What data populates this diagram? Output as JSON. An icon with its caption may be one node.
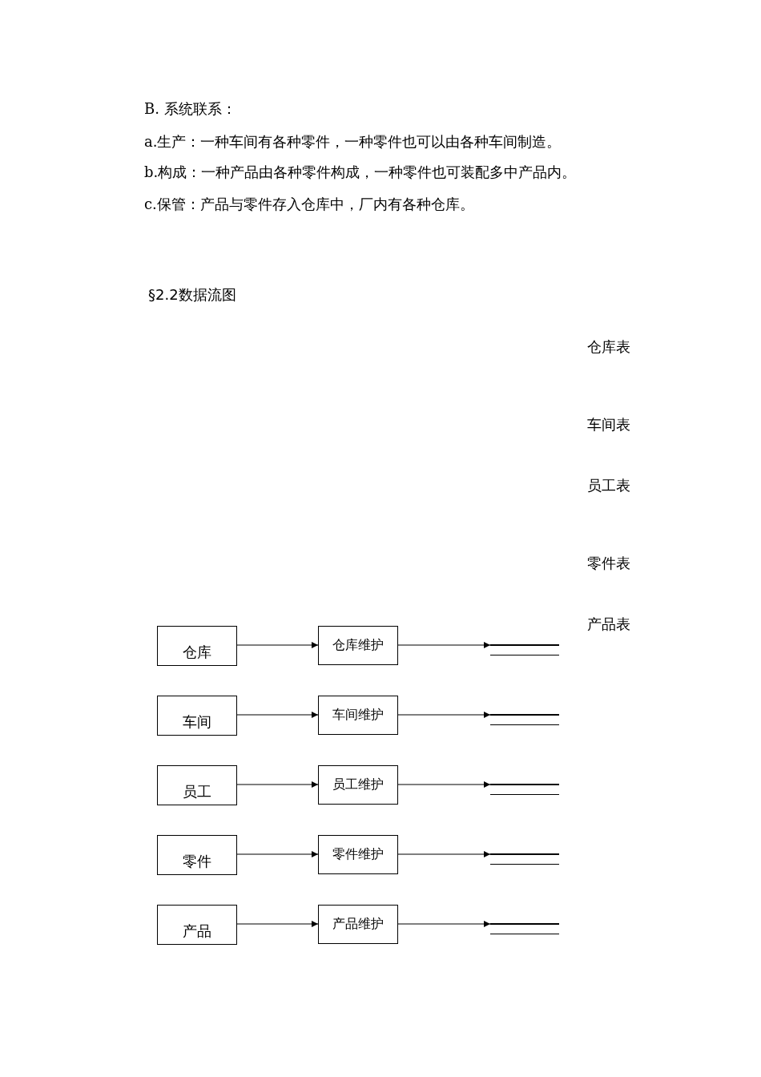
{
  "diagram": {
    "title": "§2.2数据流图",
    "nodes": [
      {
        "text": [
          "仓库"
        ]
      },
      {
        "text": [
          "车间"
        ]
      },
      {
        "text": [
          "员工"
        ]
      },
      {
        "text": [
          "零件"
        ]
      },
      {
        "text": [
          "产品"
        ]
      },
      {
        "text": [
          "仓库维护"
        ]
      },
      {
        "text": [
          "车间维护"
        ]
      },
      {
        "text": [
          "员工维护"
        ]
      },
      {
        "text": [
          "零件维护"
        ]
      },
      {
        "text": [
          "产品维护"
        ]
      },
      {
        "text": [],
        "shape": "lines"
      },
      {
        "text": [],
        "shape": "lines"
      },
      {
        "text": [],
        "shape": "lines"
      },
      {
        "text": [],
        "shape": "lines"
      },
      {
        "text": [],
        "shape": "lines"
      }
    ],
    "edges": [
      {
        "from": 0,
        "to": 5,
        "arrow": "to"
      },
      {
        "from": 5,
        "to": 10,
        "arrow": "to"
      },
      {
        "from": 1,
        "to": 6,
        "arrow": "to"
      },
      {
        "from": 6,
        "to": 11,
        "arrow": "to"
      },
      {
        "from": 2,
        "to": 7,
        "arrow": "to"
      },
      {
        "from": 7,
        "to": 12,
        "arrow": "to"
      },
      {
        "from": 3,
        "to": 8,
        "arrow": "to"
      },
      {
        "from": 8,
        "to": 13,
        "arrow": "to"
      },
      {
        "from": 4,
        "to": 9,
        "arrow": "to"
      },
      {
        "from": 9,
        "to": 14,
        "arrow": "to"
      }
    ],
    "labels": [
      "B. 系统联系：",
      "a.生产：一种车间有各种零件，一种零件也可以由各种车间制造。",
      "b.构成：一种产品由各种零件构成，一种零件也可装配多中产品内。",
      "c.保管：产品与零件存入仓库中，厂内有各种仓库。",
      "仓库表",
      "车间表",
      "员工表",
      "零件表",
      "产品表"
    ]
  }
}
